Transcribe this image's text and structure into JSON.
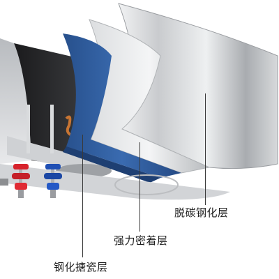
{
  "labels": {
    "decarb_steel": "脱碳钢化层",
    "strong_adhesion": "强力密着层",
    "enamel_steel": "钢化搪瓷层"
  },
  "colors": {
    "steel_light": "#e6e7e9",
    "steel_dark": "#8c8e92",
    "enamel_blue": "#2f5d9e",
    "valve_red": "#d7232c",
    "valve_blue": "#1f4fb4"
  }
}
